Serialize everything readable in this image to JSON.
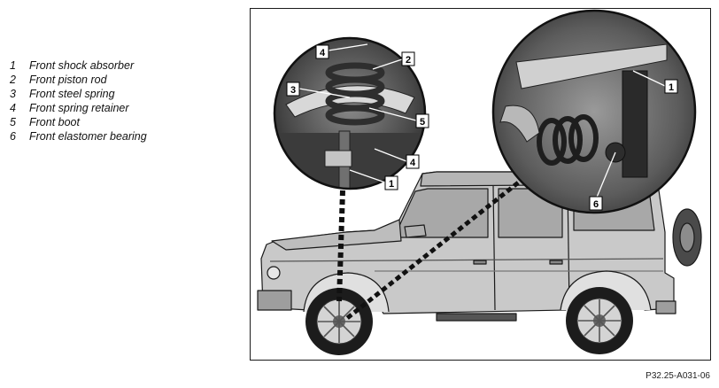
{
  "legend": [
    {
      "num": "1",
      "label": "Front shock absorber"
    },
    {
      "num": "2",
      "label": "Front piston rod"
    },
    {
      "num": "3",
      "label": "Front steel spring"
    },
    {
      "num": "4",
      "label": "Front spring retainer"
    },
    {
      "num": "5",
      "label": "Front boot"
    },
    {
      "num": "6",
      "label": "Front elastomer bearing"
    }
  ],
  "callouts": {
    "left": [
      "4",
      "2",
      "3",
      "5",
      "4",
      "1"
    ],
    "right": [
      "1",
      "6"
    ]
  },
  "reference_code": "P32.25-A031-06"
}
